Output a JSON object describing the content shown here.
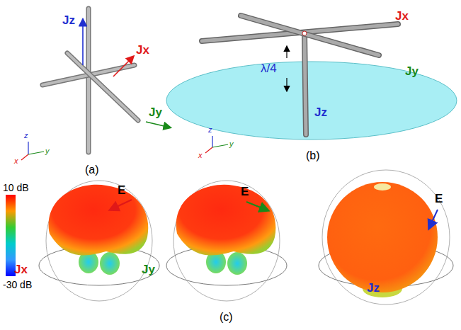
{
  "diagram": {
    "labels": [
      "Jz",
      "Jx",
      "Jy",
      "z",
      "y",
      "x",
      "(a)",
      "Jx",
      "λ/4",
      "Jz",
      "Jy",
      "z",
      "y",
      "x",
      "(b)",
      "10 dB",
      "-30 dB",
      "E",
      "E",
      "E",
      "Jx",
      "Jy",
      "Jz",
      "(c)"
    ]
  }
}
